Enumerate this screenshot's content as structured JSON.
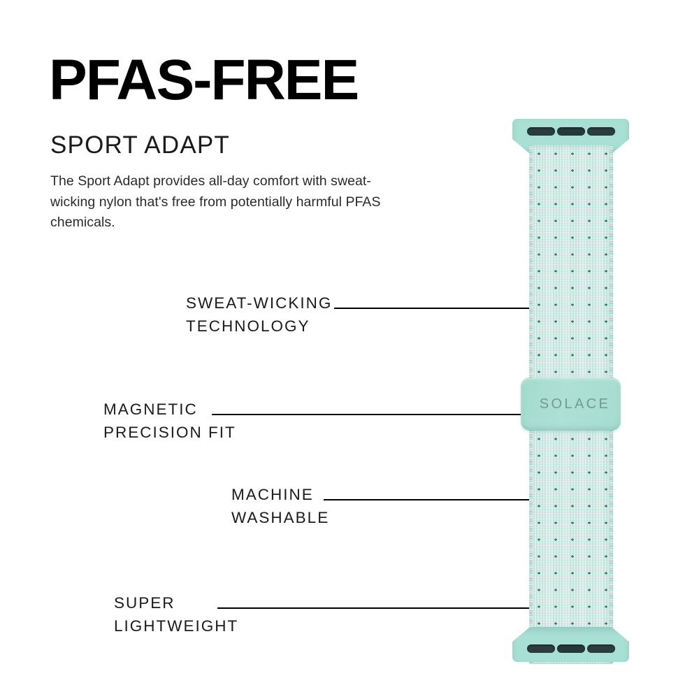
{
  "header": {
    "headline": "PFAS-FREE",
    "subhead": "SPORT ADAPT",
    "body": "The Sport Adapt provides all-day comfort with sweat-wicking nylon that's free from potentially harmful PFAS chemicals."
  },
  "callouts": [
    {
      "line1": "SWEAT-WICKING",
      "line2": "TECHNOLOGY"
    },
    {
      "line1": "MAGNETIC",
      "line2": "PRECISION FIT"
    },
    {
      "line1": "MACHINE",
      "line2": "WASHABLE"
    },
    {
      "line1": "SUPER",
      "line2": "LIGHTWEIGHT"
    }
  ],
  "product": {
    "brand": "SOLACE",
    "colors": {
      "background": "#ffffff",
      "text": "#1b1b1b",
      "lug": "#a9e0d5",
      "slot": "#2c3d3d",
      "strap": "#d9efe9",
      "perforation": "#2d7a70",
      "clasp": "#aee0d5",
      "wordmark": "#6f8f8b",
      "leader_line": "#000000"
    }
  }
}
